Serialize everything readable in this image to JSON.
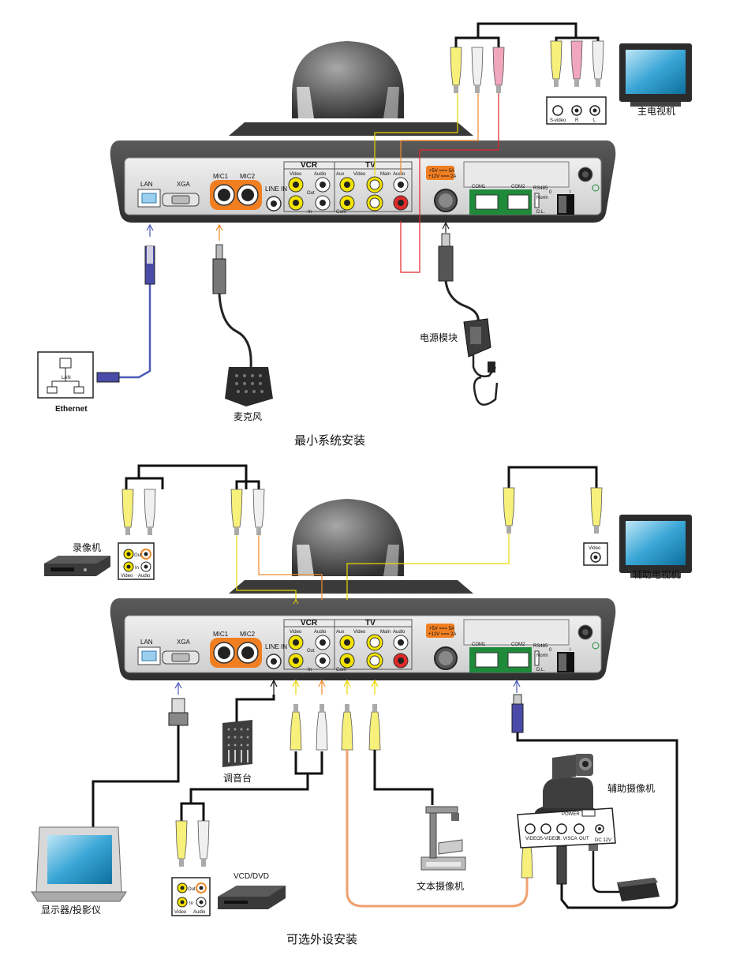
{
  "sections": {
    "minimal": {
      "caption": "最小系统安装",
      "labels": {
        "main_tv": "主电视机",
        "power_module": "电源模块",
        "ethernet": "Ethernet",
        "lan_box": "LAN",
        "microphone": "麦克风",
        "tv_jacks": [
          "S-video",
          "R",
          "L"
        ]
      }
    },
    "optional": {
      "caption": "可选外设安装",
      "labels": {
        "vcr": "录像机",
        "aux_tv": "辅助电视机",
        "aux_tv_jack": "Video",
        "mixer": "调音台",
        "aux_camera": "辅助摄像机",
        "monitor": "显示器/投影仪",
        "document_camera": "文本摄像机",
        "vcd_dvd": "VCD/DVD",
        "vcr_jacks": [
          "Out",
          "In",
          "Video",
          "Audio"
        ],
        "dvd_jacks": [
          "Out",
          "In",
          "Video",
          "Audio"
        ],
        "camera_box_title": "POWER",
        "camera_box_ports": [
          "VIDEO",
          "S-VIDEO",
          "R. VISCA",
          "OUT",
          "DC 12V"
        ]
      }
    }
  },
  "device_panel": {
    "lan": "LAN",
    "xga": "XGA",
    "mic1": "MIC1",
    "mic2": "MIC2",
    "line_in": "LINE IN",
    "vcr": "VCR",
    "tv": "TV",
    "video": "Video",
    "audio": "Audio",
    "aux": "Aux",
    "main": "Main",
    "com": "Com",
    "out": "Out",
    "in": "In",
    "power_rating": [
      "+5V === 5A",
      "+12V === 2A"
    ],
    "com1": "COM1",
    "com2": "COM2",
    "rs485": "RS485",
    "norm": "Norm",
    "dl": "D.L.",
    "off": "0",
    "on": "I"
  },
  "colors": {
    "yellow_cable": "#f2e200",
    "orange_cable": "#f08a2c",
    "red_cable": "#e2262b",
    "blue_cable": "#4a5ab8",
    "device_body": "#4a4a4a",
    "panel_face": "#d8d8d8"
  },
  "icons": [
    "ethernet-port-icon",
    "microphone-icon",
    "power-adapter-icon",
    "tv-icon",
    "monitor-icon",
    "vcr-icon",
    "dvd-icon",
    "mixer-icon",
    "ptz-camera-icon",
    "document-camera-icon"
  ]
}
